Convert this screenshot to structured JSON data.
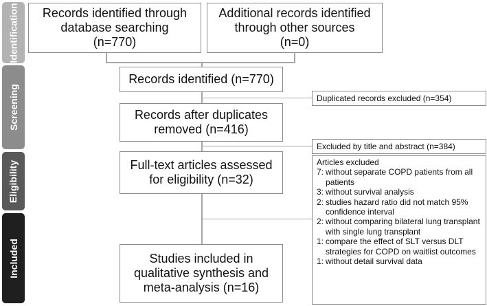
{
  "phases": {
    "identification": {
      "label": "Identification",
      "color": "#b3b3b3"
    },
    "screening": {
      "label": "Screening",
      "color": "#8c8c8c"
    },
    "eligibility": {
      "label": "Eligibility",
      "color": "#595959"
    },
    "included": {
      "label": "Included",
      "color": "#1f1f1f"
    }
  },
  "boxes": {
    "database": {
      "line1": "Records identified through",
      "line2": "database searching",
      "line3": "(n=770)"
    },
    "other_sources": {
      "line1": "Additional records identified",
      "line2": "through other sources",
      "line3": "(n=0)"
    },
    "identified": {
      "text": "Records identified (n=770)"
    },
    "after_duplicates": {
      "line1": "Records after duplicates",
      "line2": "removed (n=416)"
    },
    "full_text": {
      "line1": "Full-text articles assessed",
      "line2": "for eligibility (n=32)"
    },
    "included_studies": {
      "line1": "Studies included in",
      "line2": "qualitative synthesis and",
      "line3": "meta-analysis (n=16)"
    }
  },
  "exclusions": {
    "duplicates": "Duplicated records excluded (n=354)",
    "title_abstract": "Excluded by title and abstract (n=384)",
    "articles": {
      "title": "Articles excluded",
      "items": [
        {
          "num": "7:",
          "text": "without separate COPD patients from all patients"
        },
        {
          "num": "3:",
          "text": "without survival analysis"
        },
        {
          "num": "2:",
          "text": "studies hazard ratio did not match 95% confidence interval"
        },
        {
          "num": "2:",
          "text": "without comparing bilateral lung transplant with single lung transplant"
        },
        {
          "num": "1:",
          "text": "compare the effect of SLT versus DLT strategies for COPD on waitlist outcomes"
        },
        {
          "num": "1:",
          "text": "without detail survival data"
        }
      ]
    }
  }
}
